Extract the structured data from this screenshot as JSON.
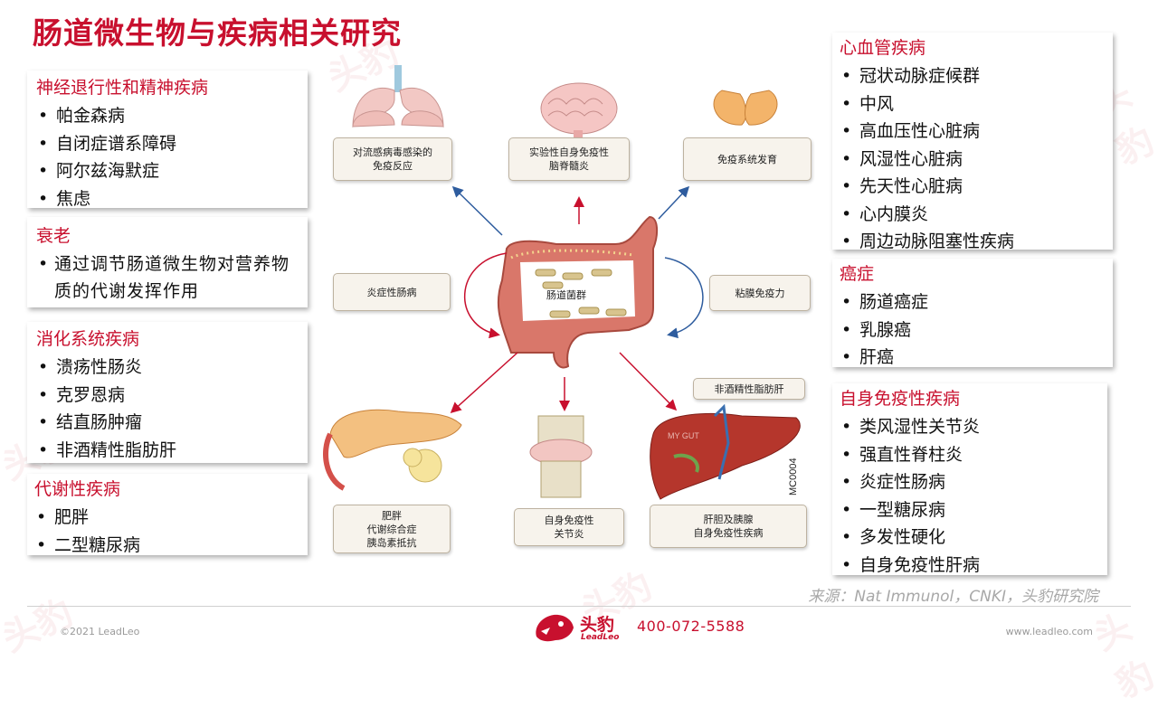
{
  "title": "肠道微生物与疾病相关研究",
  "left_panels": [
    {
      "heading": "神经退行性和精神疾病",
      "items": [
        "帕金森病",
        "自闭症谱系障碍",
        "阿尔兹海默症",
        "焦虑"
      ]
    },
    {
      "heading": "衰老",
      "paragraph": "通过调节肠道微生物对营养物质的代谢发挥作用"
    },
    {
      "heading": "消化系统疾病",
      "items": [
        "溃疡性肠炎",
        "克罗恩病",
        "结直肠肿瘤",
        "非酒精性脂肪肝"
      ]
    },
    {
      "heading": "代谢性疾病",
      "items": [
        "肥胖",
        "二型糖尿病"
      ]
    }
  ],
  "right_panels": [
    {
      "heading": "心血管疾病",
      "items": [
        "冠状动脉症候群",
        "中风",
        "高血压性心脏病",
        "风湿性心脏病",
        "先天性心脏病",
        "心内膜炎",
        "周边动脉阻塞性疾病"
      ]
    },
    {
      "heading": "癌症",
      "items": [
        "肠道癌症",
        "乳腺癌",
        "肝癌"
      ]
    },
    {
      "heading": "自身免疫性疾病",
      "items": [
        "类风湿性关节炎",
        "强直性脊柱炎",
        "炎症性肠病",
        "一型糖尿病",
        "多发性硬化",
        "自身免疫性肝病"
      ]
    }
  ],
  "diagram": {
    "lung_label": "对流感病毒感染的\n免疫反应",
    "brain_label": "实验性自身免疫性\n脑脊髓炎",
    "thymus_label": "免疫系统发育",
    "ibd_label": "炎症性肠病",
    "mucosal_label": "粘膜免疫力",
    "gut_label": "肠道菌群",
    "nafld_label": "非酒精性脂肪肝",
    "obesity_label": "肥胖\n代谢综合症\n胰岛素抵抗",
    "joint_label": "自身免疫性\n关节炎",
    "liver_label": "肝胆及胰腺\n自身免疫性疾病",
    "image_code": "MC0004",
    "liver_logo": "MY GUT"
  },
  "source": "来源：Nat Immunol，CNKI，头豹研究院",
  "footer": {
    "copyright": "©2021 LeadLeo",
    "brand": "头豹",
    "brand_sub": "LeadLeo",
    "phone": "400-072-5588",
    "website": "www.leadleo.com"
  },
  "watermark": "头豹",
  "colors": {
    "accent": "#c8102e",
    "arrow_red": "#c8102e",
    "arrow_blue": "#2e5c9e"
  }
}
